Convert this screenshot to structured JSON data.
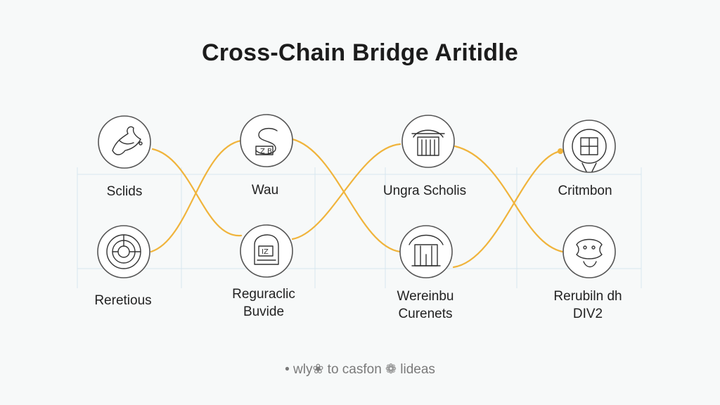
{
  "title": "Cross-Chain Bridge Aritidle",
  "footer": "• wly❀ to casfon ❁ lideas",
  "colors": {
    "connector": "#f0b43c",
    "grid": "#d7e6ef",
    "ink": "#333333"
  },
  "nodes": [
    {
      "id": "sclids",
      "label": "Sclids",
      "icon": "bird-sketch-icon"
    },
    {
      "id": "wau",
      "label": "Wau",
      "icon": "coin-s-icon"
    },
    {
      "id": "ungra",
      "label": "Ungra Scholis",
      "icon": "bridge-gate-icon"
    },
    {
      "id": "critmbon",
      "label": "Critmbon",
      "icon": "emblem-icon"
    },
    {
      "id": "reretious",
      "label": "Reretious",
      "icon": "maze-icon"
    },
    {
      "id": "reguracli",
      "label": "Reguraclic\nBuvide",
      "icon": "device-icon"
    },
    {
      "id": "wereinbu",
      "label": "Wereinbu\nCurenets",
      "icon": "temple-icon"
    },
    {
      "id": "rerubiln",
      "label": "Rerubiln dh\nDIV2",
      "icon": "creature-icon"
    }
  ]
}
